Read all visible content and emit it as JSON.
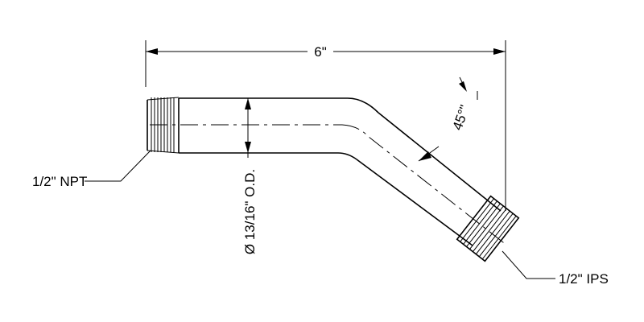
{
  "labels": {
    "overall_length": "6\"",
    "angle": "45°\"",
    "inlet_thread": "1/2\" NPT",
    "outlet_thread": "1/2\" IPS",
    "outer_diameter": "Ø 13/16\" O.D."
  }
}
